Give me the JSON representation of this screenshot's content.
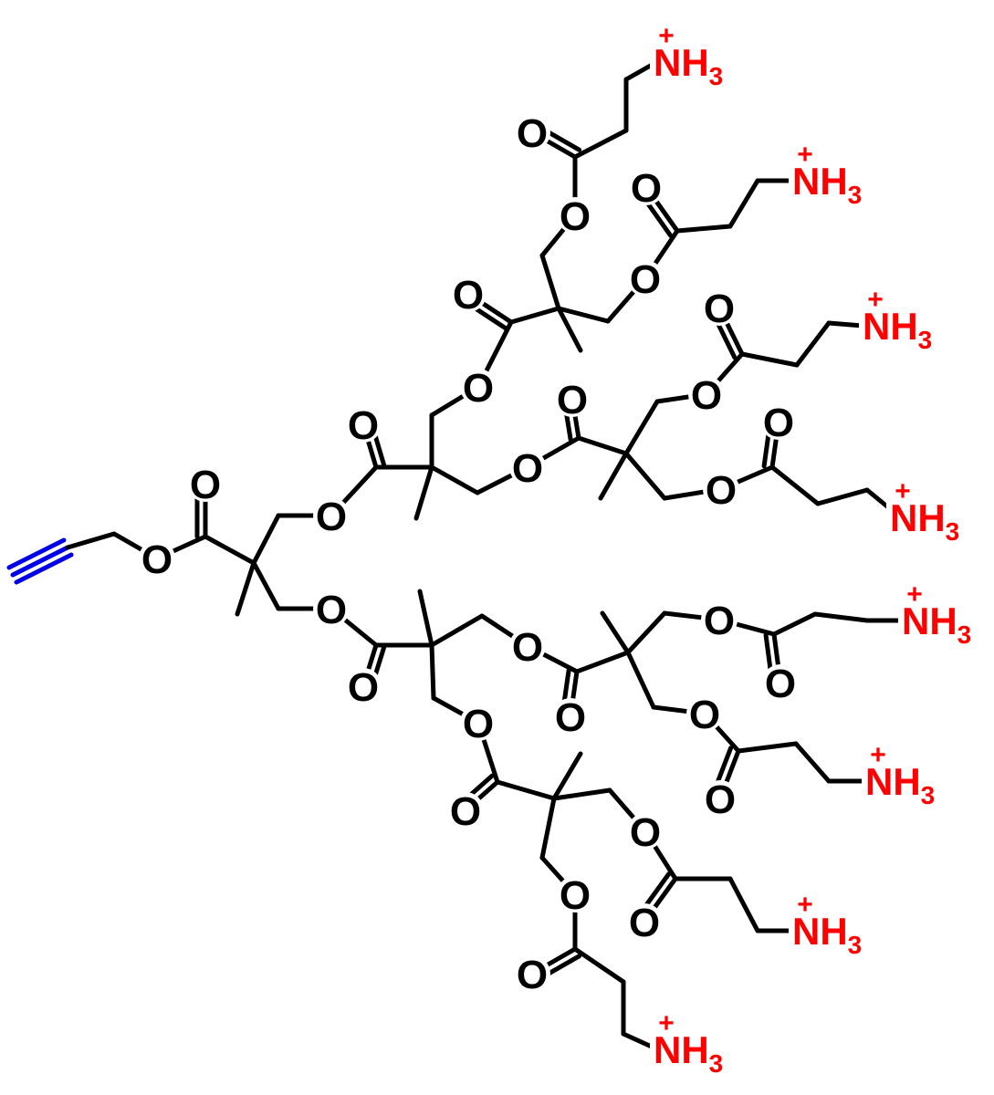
{
  "molecule": {
    "oxygen_label": "O",
    "amine": {
      "element": "NH",
      "subscript": "3",
      "charge": "+"
    },
    "colors": {
      "bond": "#000000",
      "alkyne": "#0000e6",
      "amine": "#ff0000"
    }
  }
}
